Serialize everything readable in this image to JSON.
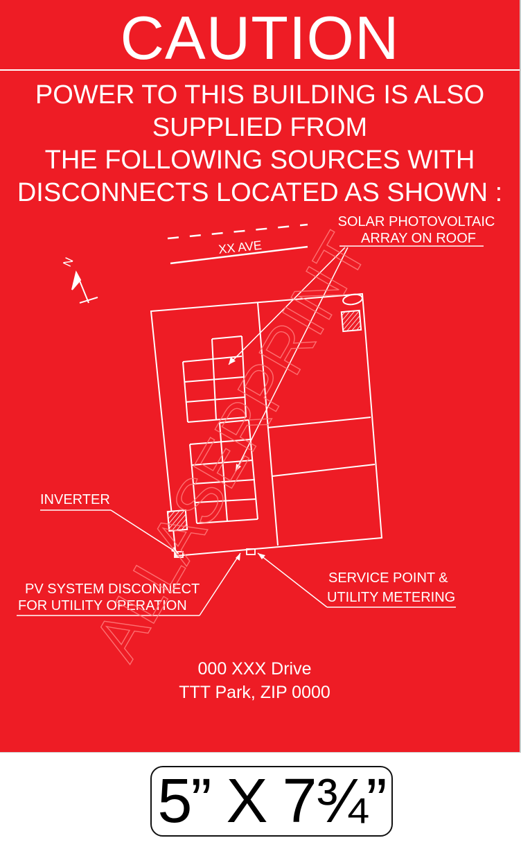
{
  "sign": {
    "background_color": "#ee1c25",
    "header": "CAUTION",
    "notice_lines": [
      "POWER TO THIS BUILDING IS ALSO",
      "SUPPLIED FROM",
      "THE FOLLOWING SOURCES WITH",
      "DISCONNECTS LOCATED AS SHOWN :"
    ],
    "street_label": "XX AVE",
    "north_label": "N",
    "callouts": {
      "solar_line1": "SOLAR PHOTOVOLTAIC",
      "solar_line2": "ARRAY ON ROOF",
      "inverter": "INVERTER",
      "pv_line1": "PV SYSTEM DISCONNECT",
      "pv_line2": "FOR UTILITY OPERATION",
      "service_line1": "SERVICE POINT &",
      "service_line2": "UTILITY METERING"
    },
    "address_line1": "000 XXX Drive",
    "address_line2": "TTT Park, ZIP 0000",
    "watermark": "ALLASERPRINT"
  },
  "size_label": "5” X 7¾”"
}
